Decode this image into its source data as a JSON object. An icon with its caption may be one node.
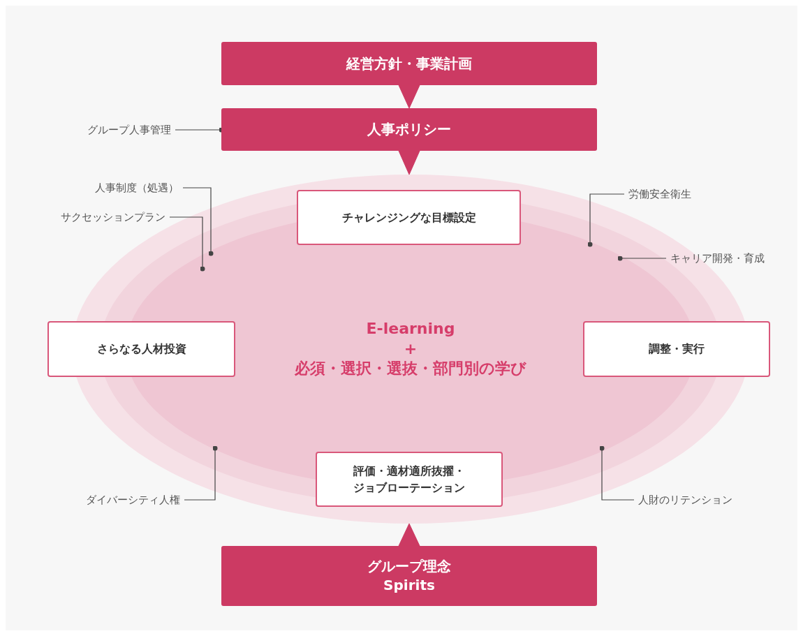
{
  "diagram": {
    "nodes": [
      {
        "text": [
          "経営方針・事業計画"
        ]
      },
      {
        "text": [
          "人事ポリシー"
        ]
      },
      {
        "text": [
          "グループ人事管理"
        ]
      },
      {
        "text": [
          "人事制度（処遇）"
        ]
      },
      {
        "text": [
          "サクセッションプラン"
        ]
      },
      {
        "text": [
          "労働安全衛生"
        ]
      },
      {
        "text": [
          "キャリア開発・育成"
        ]
      },
      {
        "text": [
          "E-learning",
          "+",
          "必須・選択・選抜・部門別の学び"
        ]
      },
      {
        "text": [
          "チャレンジングな目標設定"
        ],
        "in": 7
      },
      {
        "text": [
          "さらなる人材投資"
        ]
      },
      {
        "text": [
          "調整・実行"
        ]
      },
      {
        "text": [
          "評価・適材適所抜擢・ジョブローテーション"
        ],
        "in": 7
      },
      {
        "text": [
          "ダイバーシティ人権"
        ]
      },
      {
        "text": [
          "人財のリテンション"
        ]
      },
      {
        "text": [
          "グループ理念",
          "Spirits"
        ]
      }
    ],
    "edges": [
      {
        "from": 0,
        "to": 1,
        "arrow": "to",
        "color": "#cc3a63"
      },
      {
        "from": 1,
        "to": 7,
        "arrow": "to",
        "color": "#cc3a63"
      },
      {
        "from": 14,
        "to": 7,
        "arrow": "to",
        "color": "#cc3a63"
      },
      {
        "from": 2,
        "to": 1,
        "arrow": "other"
      },
      {
        "from": 3,
        "to": 7,
        "arrow": "other"
      },
      {
        "from": 4,
        "to": 7,
        "arrow": "other"
      },
      {
        "from": 5,
        "to": 7,
        "arrow": "other"
      },
      {
        "from": 6,
        "to": 7,
        "arrow": "other"
      },
      {
        "from": 12,
        "to": 7,
        "arrow": "other"
      },
      {
        "from": 13,
        "to": 7,
        "arrow": "other"
      }
    ]
  }
}
